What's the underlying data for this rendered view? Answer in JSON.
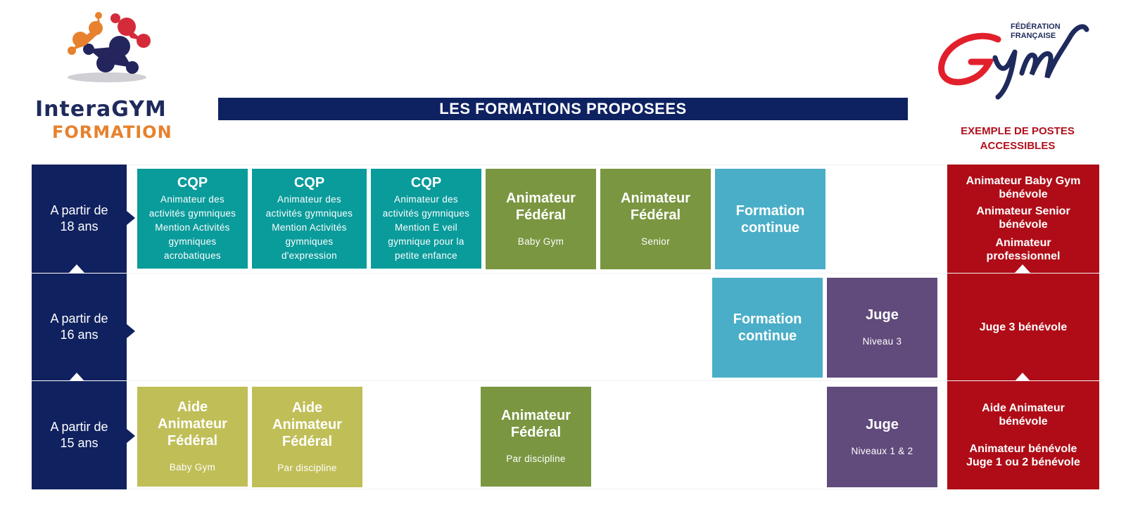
{
  "logos": {
    "left": {
      "name": "InteraGYM",
      "line1": "InteraGYM",
      "line2": "FORMATION"
    },
    "right": {
      "line1": "FÉDÉRATION",
      "line2": "FRANÇAISE",
      "mark": "Gym"
    }
  },
  "title": "LES FORMATIONS PROPOSEES",
  "side_heading": "EXEMPLE DE POSTES\nACCESSIBLES",
  "ages": [
    {
      "label": "A partir de\n18 ans"
    },
    {
      "label": "A partir de\n16 ans"
    },
    {
      "label": "A partir de\n15 ans"
    }
  ],
  "row18": [
    {
      "title": "CQP",
      "sub": "Animateur des\nactivités gymniques\nMention Activités\ngymniques\nacrobatiques"
    },
    {
      "title": "CQP",
      "sub": "Animateur des\nactivités gymniques\nMention Activités\ngymniques\nd'expression"
    },
    {
      "title": "CQP",
      "sub": "Animateur des\nactivités gymniques\nMention E veil\ngymnique pour la\npetite enfance"
    },
    {
      "title": "Animateur\nFédéral",
      "sub": "Baby Gym"
    },
    {
      "title": "Animateur\nFédéral",
      "sub": "Senior"
    },
    {
      "title": "Formation\ncontinue"
    }
  ],
  "row16": [
    {
      "title": "Formation\ncontinue"
    },
    {
      "title": "Juge",
      "sub": "Niveau 3"
    }
  ],
  "row15": [
    {
      "title": "Aide\nAnimateur\nFédéral",
      "sub": "Baby Gym"
    },
    {
      "title": "Aide\nAnimateur\nFédéral",
      "sub": "Par discipline"
    },
    {
      "title": "Animateur\nFédéral",
      "sub": "Par discipline"
    },
    {
      "title": "Juge",
      "sub": "Niveaux 1 & 2"
    }
  ],
  "posts": {
    "row18": [
      "Animateur Baby Gym\nbénévole",
      "Animateur Senior\nbénévole",
      "Animateur\nprofessionnel"
    ],
    "row16": [
      "Juge 3 bénévole"
    ],
    "row15": [
      "Aide Animateur\nbénévole",
      "Animateur bénévole\nJuge 1 ou 2 bénévole"
    ]
  },
  "colors": {
    "navy": "#10215f",
    "teal": "#0a9b9b",
    "olive": "#7a9641",
    "sky": "#4aaec8",
    "purple": "#614a7c",
    "khaki": "#c0be57",
    "red": "#af0c17",
    "logo_orange": "#e7812e"
  }
}
